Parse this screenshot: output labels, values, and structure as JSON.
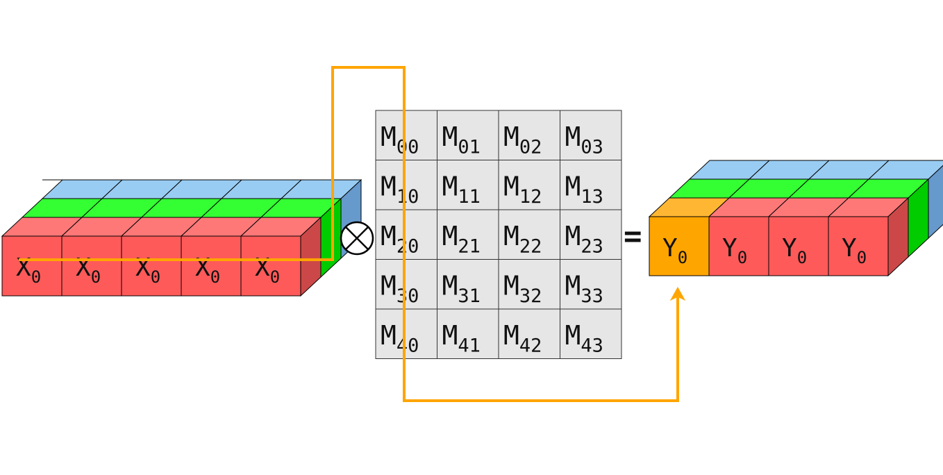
{
  "colors": {
    "red_front": "#ff5a5a",
    "red_top": "#ff7878",
    "red_side": "#cc4848",
    "green": "#33ff33",
    "green_side": "#00cc00",
    "blue": "#99ccf2",
    "blue_side": "#6699cc",
    "orange": "#ffa500",
    "orange_top": "#ffb733",
    "matrix_cell": "#e6e6e6",
    "stroke": "#000000",
    "arrow": "#ffa500"
  },
  "input_vector": {
    "cells": [
      {
        "base": "X",
        "sub": "0"
      },
      {
        "base": "X",
        "sub": "0"
      },
      {
        "base": "X",
        "sub": "0"
      },
      {
        "base": "X",
        "sub": "0"
      },
      {
        "base": "X",
        "sub": "0"
      }
    ]
  },
  "operator": {
    "symbol": "⊗",
    "name": "tensor-product-icon"
  },
  "equals": {
    "symbol": "="
  },
  "matrix": {
    "rows": [
      [
        {
          "base": "M",
          "sub": "00"
        },
        {
          "base": "M",
          "sub": "01"
        },
        {
          "base": "M",
          "sub": "02"
        },
        {
          "base": "M",
          "sub": "03"
        }
      ],
      [
        {
          "base": "M",
          "sub": "10"
        },
        {
          "base": "M",
          "sub": "11"
        },
        {
          "base": "M",
          "sub": "12"
        },
        {
          "base": "M",
          "sub": "13"
        }
      ],
      [
        {
          "base": "M",
          "sub": "20"
        },
        {
          "base": "M",
          "sub": "21"
        },
        {
          "base": "M",
          "sub": "22"
        },
        {
          "base": "M",
          "sub": "23"
        }
      ],
      [
        {
          "base": "M",
          "sub": "30"
        },
        {
          "base": "M",
          "sub": "31"
        },
        {
          "base": "M",
          "sub": "32"
        },
        {
          "base": "M",
          "sub": "33"
        }
      ],
      [
        {
          "base": "M",
          "sub": "40"
        },
        {
          "base": "M",
          "sub": "41"
        },
        {
          "base": "M",
          "sub": "42"
        },
        {
          "base": "M",
          "sub": "43"
        }
      ]
    ]
  },
  "output_vector": {
    "cells": [
      {
        "base": "Y",
        "sub": "0",
        "highlight": true
      },
      {
        "base": "Y",
        "sub": "0",
        "highlight": false
      },
      {
        "base": "Y",
        "sub": "0",
        "highlight": false
      },
      {
        "base": "Y",
        "sub": "0",
        "highlight": false
      }
    ]
  }
}
